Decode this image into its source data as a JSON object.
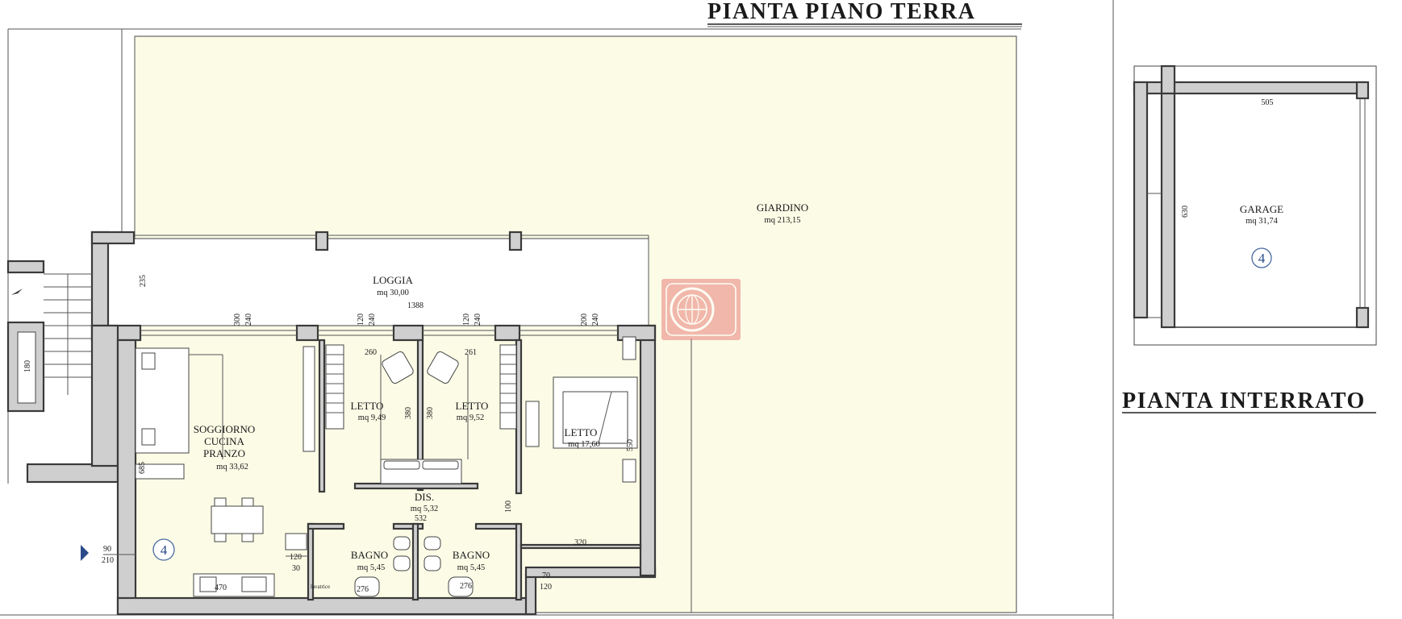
{
  "titles": {
    "ground_floor": "PIANTA PIANO TERRA",
    "basement": "PIANTA INTERRATO"
  },
  "rooms": {
    "giardino": {
      "name": "GIARDINO",
      "area": "mq 213,15"
    },
    "loggia": {
      "name": "LOGGIA",
      "area": "mq 30,00"
    },
    "soggiorno": {
      "name_l1": "SOGGIORNO",
      "name_l2": "CUCINA",
      "name_l3": "PRANZO",
      "area": "mq 33,62"
    },
    "letto1": {
      "name": "LETTO",
      "area": "mq 9,49"
    },
    "letto2": {
      "name": "LETTO",
      "area": "mq 9,52"
    },
    "letto3": {
      "name": "LETTO",
      "area": "mq 17,60"
    },
    "dis": {
      "name": "DIS.",
      "area": "mq 5,32"
    },
    "bagno1": {
      "name": "BAGNO",
      "area": "mq 5,45"
    },
    "bagno2": {
      "name": "BAGNO",
      "area": "mq 5,45"
    },
    "garage": {
      "name": "GARAGE",
      "area": "mq 31,74"
    }
  },
  "unit_number": "4",
  "dimensions": {
    "loggia_h": "235",
    "loggia_w": "1388",
    "stair": "180",
    "sog_300": "300",
    "sog_240": "240",
    "l1_120": "120",
    "l1_240": "240",
    "l1_260": "260",
    "l1_380": "380",
    "l2_120": "120",
    "l2_240": "240",
    "l2_261": "261",
    "l2_380": "380",
    "l3_200": "200",
    "l3_240": "240",
    "l3_550": "550",
    "l3_320": "320",
    "sog_685": "685",
    "dis_532": "532",
    "dis_100": "100",
    "door_90": "90",
    "door_210": "210",
    "k_120": "120",
    "k_30": "30",
    "k_470": "470",
    "b1_276": "276",
    "b2_276": "276",
    "b_70": "70",
    "b_120": "120",
    "garage_505": "505",
    "garage_630": "630",
    "lavatrice": "lavatrice"
  },
  "colors": {
    "wall": "#cfcfcf",
    "garden": "#fbfbe6",
    "line": "#3a3a3a",
    "number": "#2a4a8a",
    "watermark": "#d9534f"
  }
}
